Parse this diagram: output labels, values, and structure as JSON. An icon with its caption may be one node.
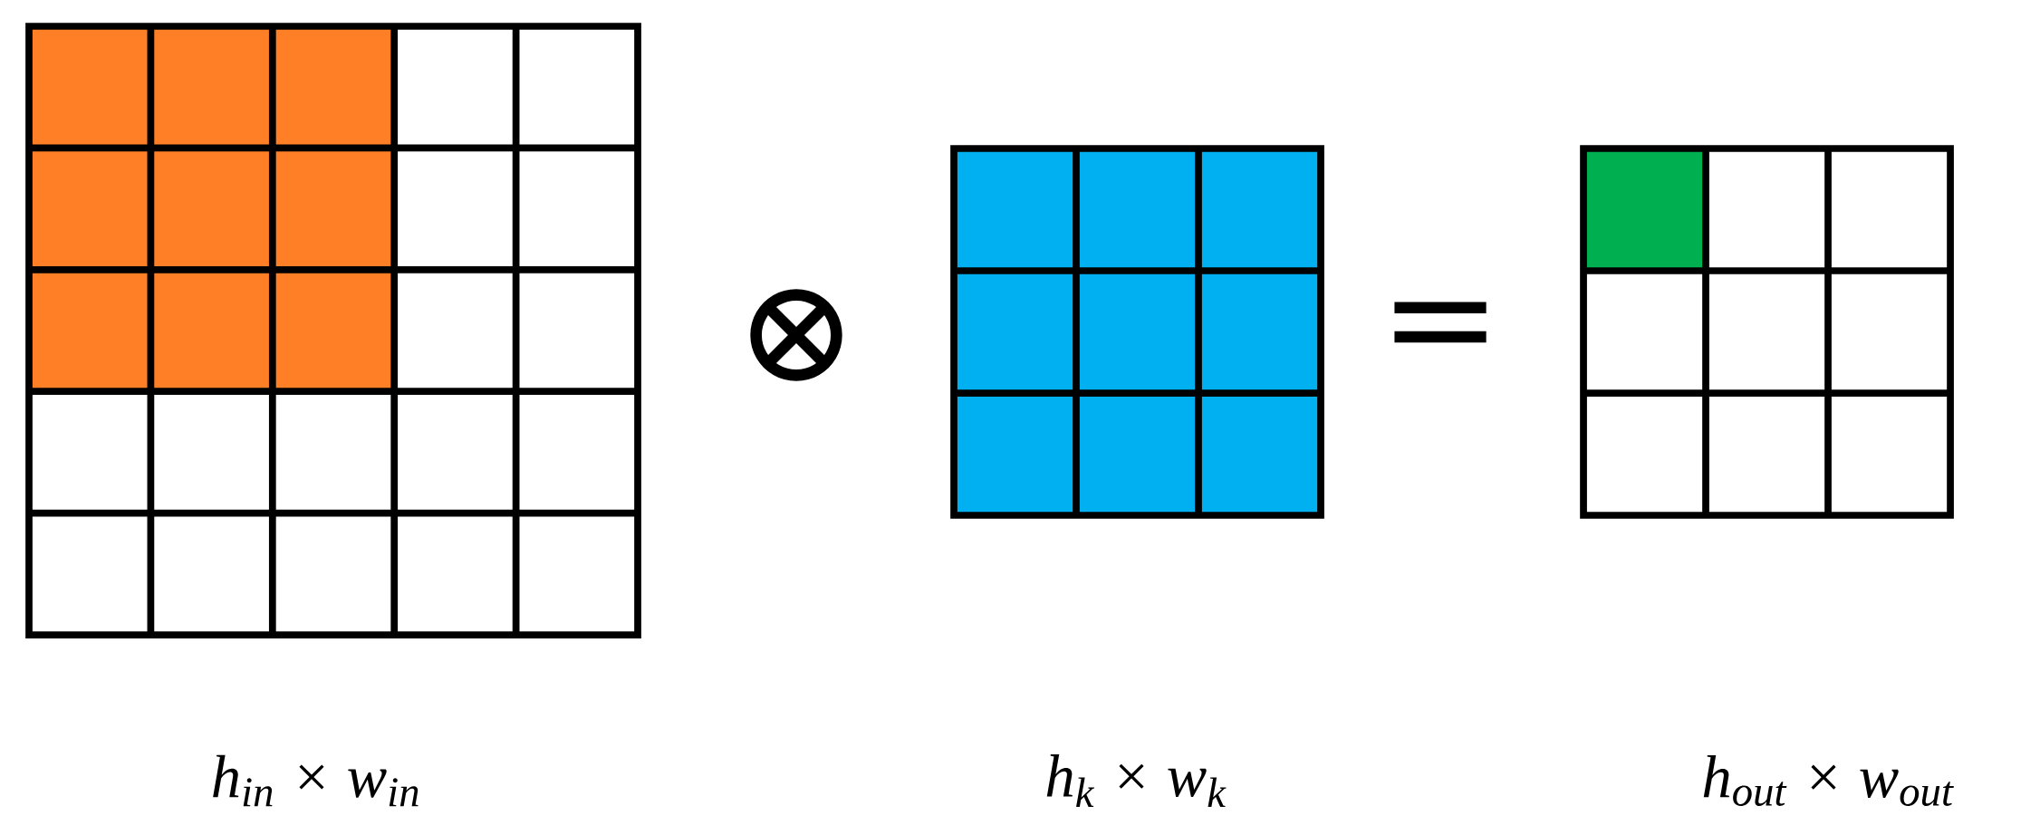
{
  "diagram": {
    "nodes": [
      {
        "text": [],
        "shape": "box",
        "beside": [
          "h$_{in}$ × w$_{in}$"
        ]
      },
      {
        "text": [],
        "shape": "box",
        "beside": [
          "h$_{k}$ × w$_{k}$"
        ]
      },
      {
        "text": [],
        "shape": "box",
        "beside": [
          "h$_{out}$ × w$_{out}$"
        ]
      }
    ],
    "edges": [],
    "labels": [
      "⊗",
      "="
    ]
  }
}
